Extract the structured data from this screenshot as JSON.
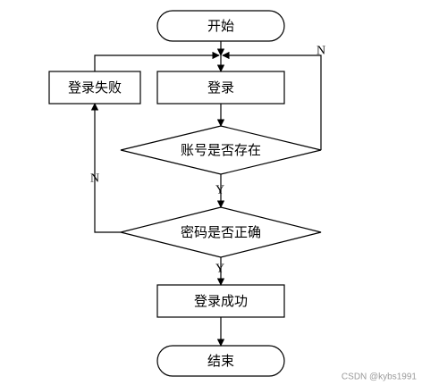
{
  "nodes": {
    "start": "开始",
    "login": "登录",
    "login_fail": "登录失败",
    "account_exists": "账号是否存在",
    "password_correct": "密码是否正确",
    "login_success": "登录成功",
    "end": "结束"
  },
  "edge_labels": {
    "account_no": "N",
    "account_yes": "Y",
    "password_no": "N",
    "password_yes": "Y"
  },
  "watermark": "CSDN @kybs1991"
}
